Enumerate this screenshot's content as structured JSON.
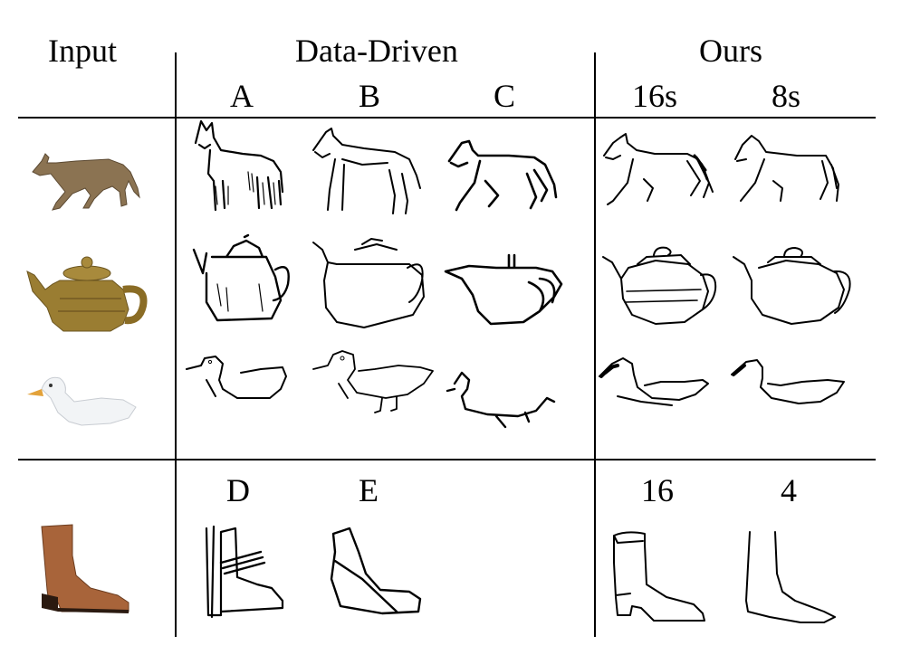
{
  "headers": {
    "input": "Input",
    "data_driven": "Data-Driven",
    "ours": "Ours",
    "col_a": "A",
    "col_b": "B",
    "col_c": "C",
    "col_16s": "16s",
    "col_8s": "8s",
    "col_d": "D",
    "col_e": "E",
    "col_16": "16",
    "col_4": "4"
  },
  "rows": [
    {
      "subject": "horse-icon",
      "color": "#8b7352"
    },
    {
      "subject": "teapot-icon",
      "color": "#9a7d32"
    },
    {
      "subject": "duck-icon",
      "color": "#f2f4f6"
    },
    {
      "subject": "boot-icon",
      "color": "#a8643a"
    }
  ]
}
